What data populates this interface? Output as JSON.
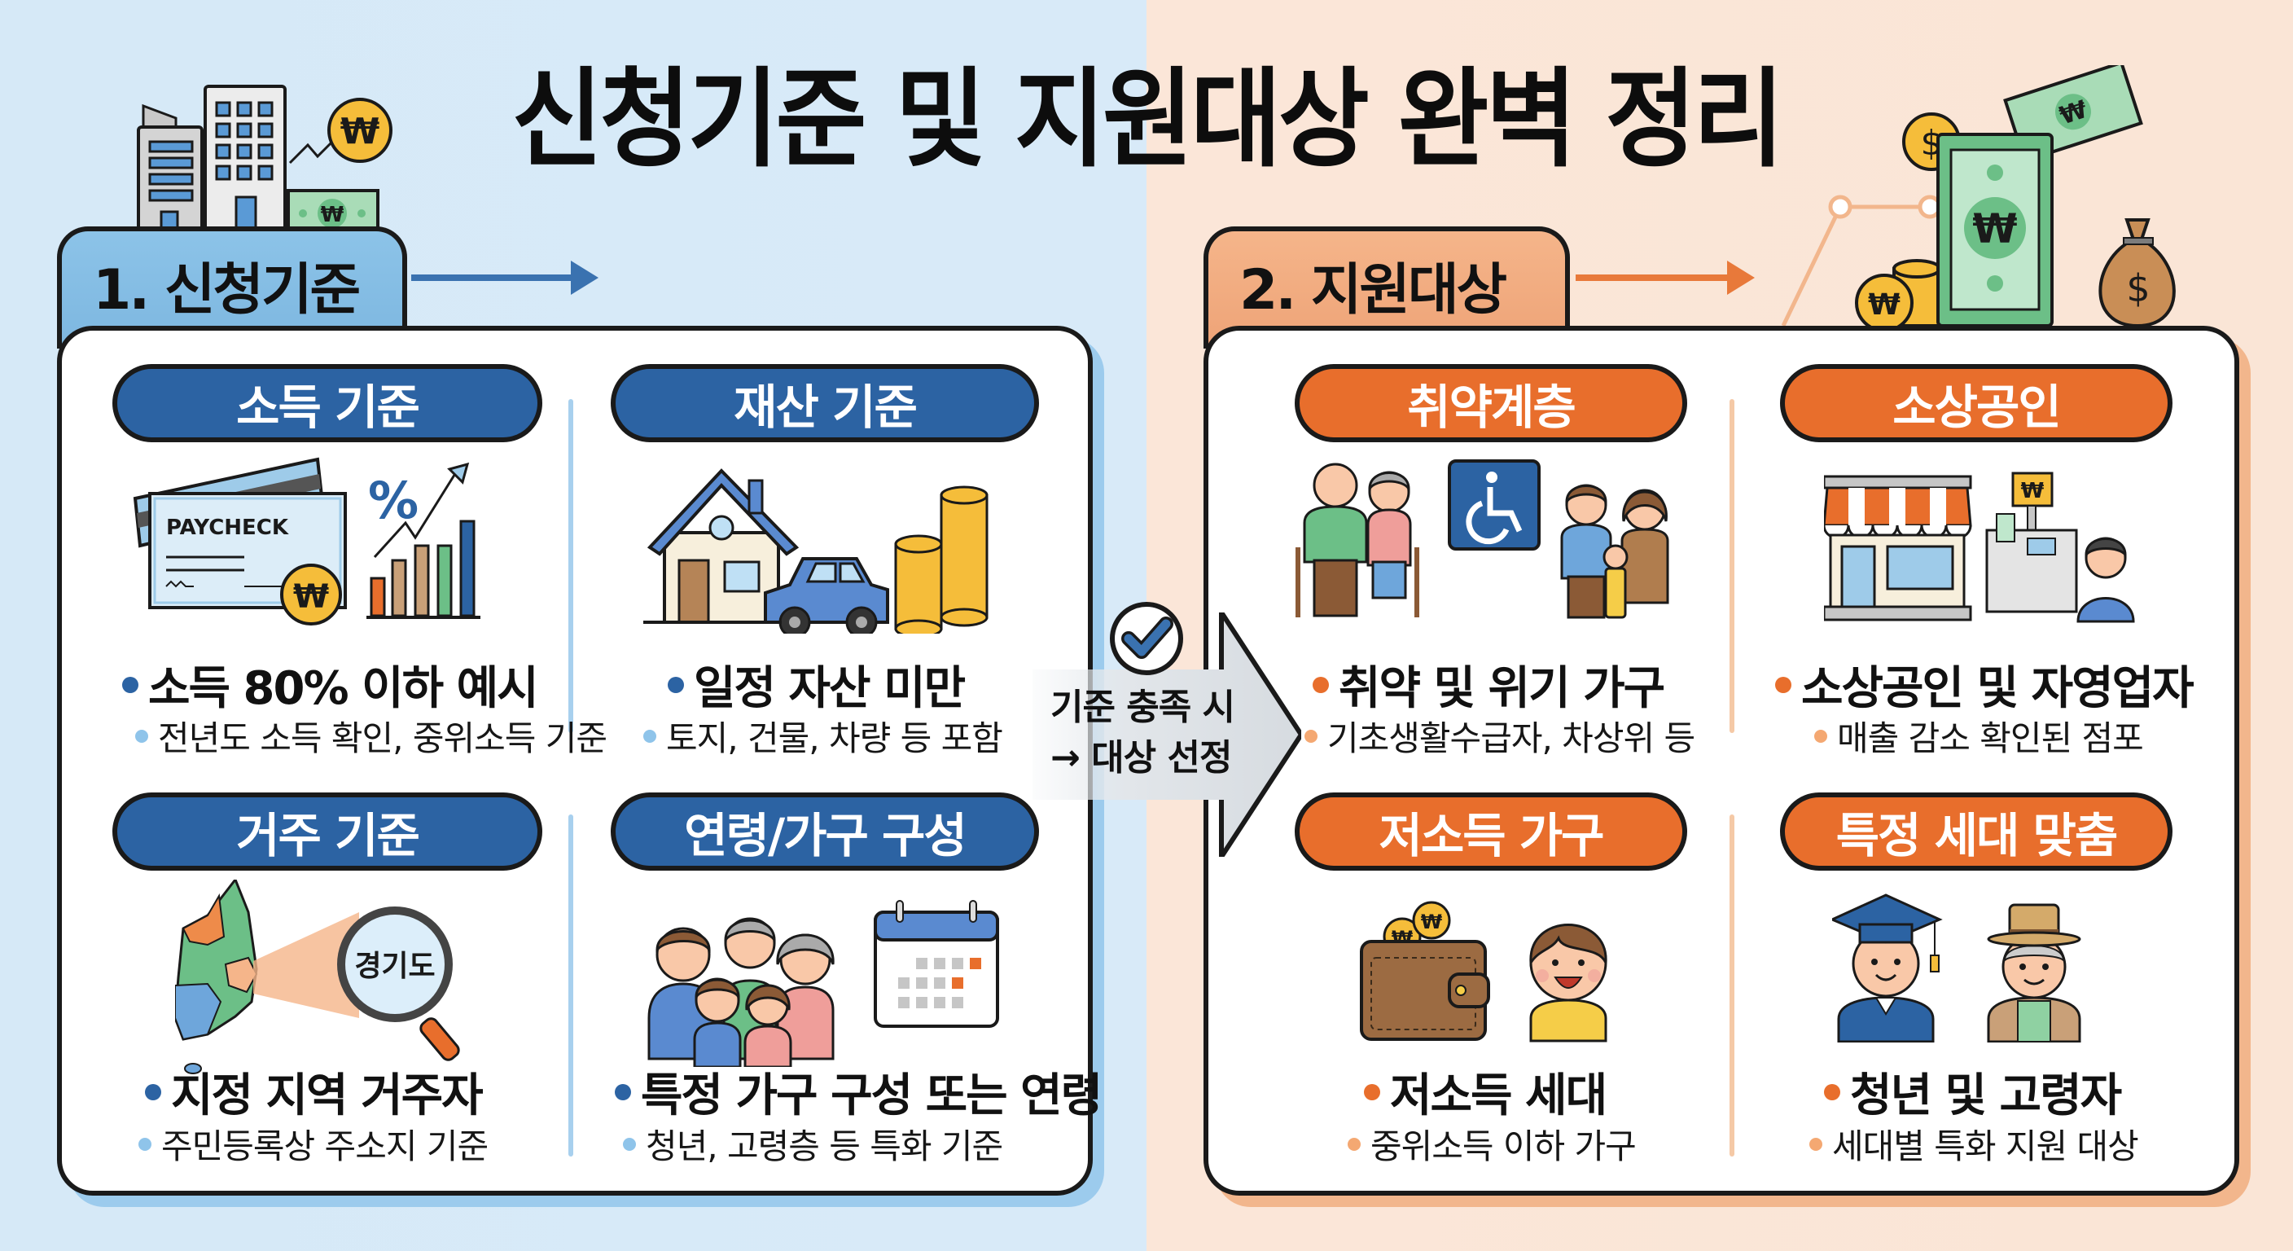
{
  "title": "신청기준 및 지원대상 완벽 정리",
  "colors": {
    "bg_left": "#d8eaf8",
    "bg_right": "#fae5d6",
    "blue_primary": "#2c63a3",
    "blue_tab": "#85bde4",
    "blue_light_dot": "#8fc4ea",
    "orange_primary": "#e86e2c",
    "orange_tab": "#f2ac80",
    "orange_light_dot": "#f4a872",
    "outline": "#1a1a1a"
  },
  "left_section": {
    "tab_label": "1. 신청기준",
    "cards": [
      {
        "header": "소득 기준",
        "icon": "paycheck-chart-icon",
        "illustration_text": "PAYCHECK",
        "main": "소득 80% 이하 예시",
        "sub": "전년도 소득 확인, 중위소득 기준"
      },
      {
        "header": "재산 기준",
        "icon": "house-car-coins-icon",
        "main": "일정 자산 미만",
        "sub": "토지, 건물, 차량 등 포함"
      },
      {
        "header": "거주 기준",
        "icon": "korea-map-magnifier-icon",
        "illustration_text": "경기도",
        "main": "지정 지역 거주자",
        "sub": "주민등록상 주소지 기준"
      },
      {
        "header": "연령/가구 구성",
        "icon": "family-calendar-icon",
        "main": "특정 가구 구성 또는 연령",
        "sub": "청년, 고령층 등 특화 기준"
      }
    ]
  },
  "center": {
    "line1": "기준 충족 시",
    "line2": "→ 대상 선정",
    "icon": "check-circle-icon"
  },
  "right_section": {
    "tab_label": "2. 지원대상",
    "cards": [
      {
        "header": "취약계층",
        "icon": "elderly-disabled-family-icon",
        "main": "취약 및 위기 가구",
        "sub": "기초생활수급자, 차상위 등"
      },
      {
        "header": "소상공인",
        "icon": "shop-register-icon",
        "main": "소상공인 및 자영업자",
        "sub": "매출 감소 확인된 점포"
      },
      {
        "header": "저소득 가구",
        "icon": "wallet-child-icon",
        "main": "저소득 세대",
        "sub": "중위소득 이하 가구"
      },
      {
        "header": "특정 세대 맞춤",
        "icon": "graduate-senior-icon",
        "main": "청년 및 고령자",
        "sub": "세대별 특화 지원 대상"
      }
    ]
  },
  "decor": {
    "won": "₩",
    "dollar": "$",
    "percent": "%"
  }
}
